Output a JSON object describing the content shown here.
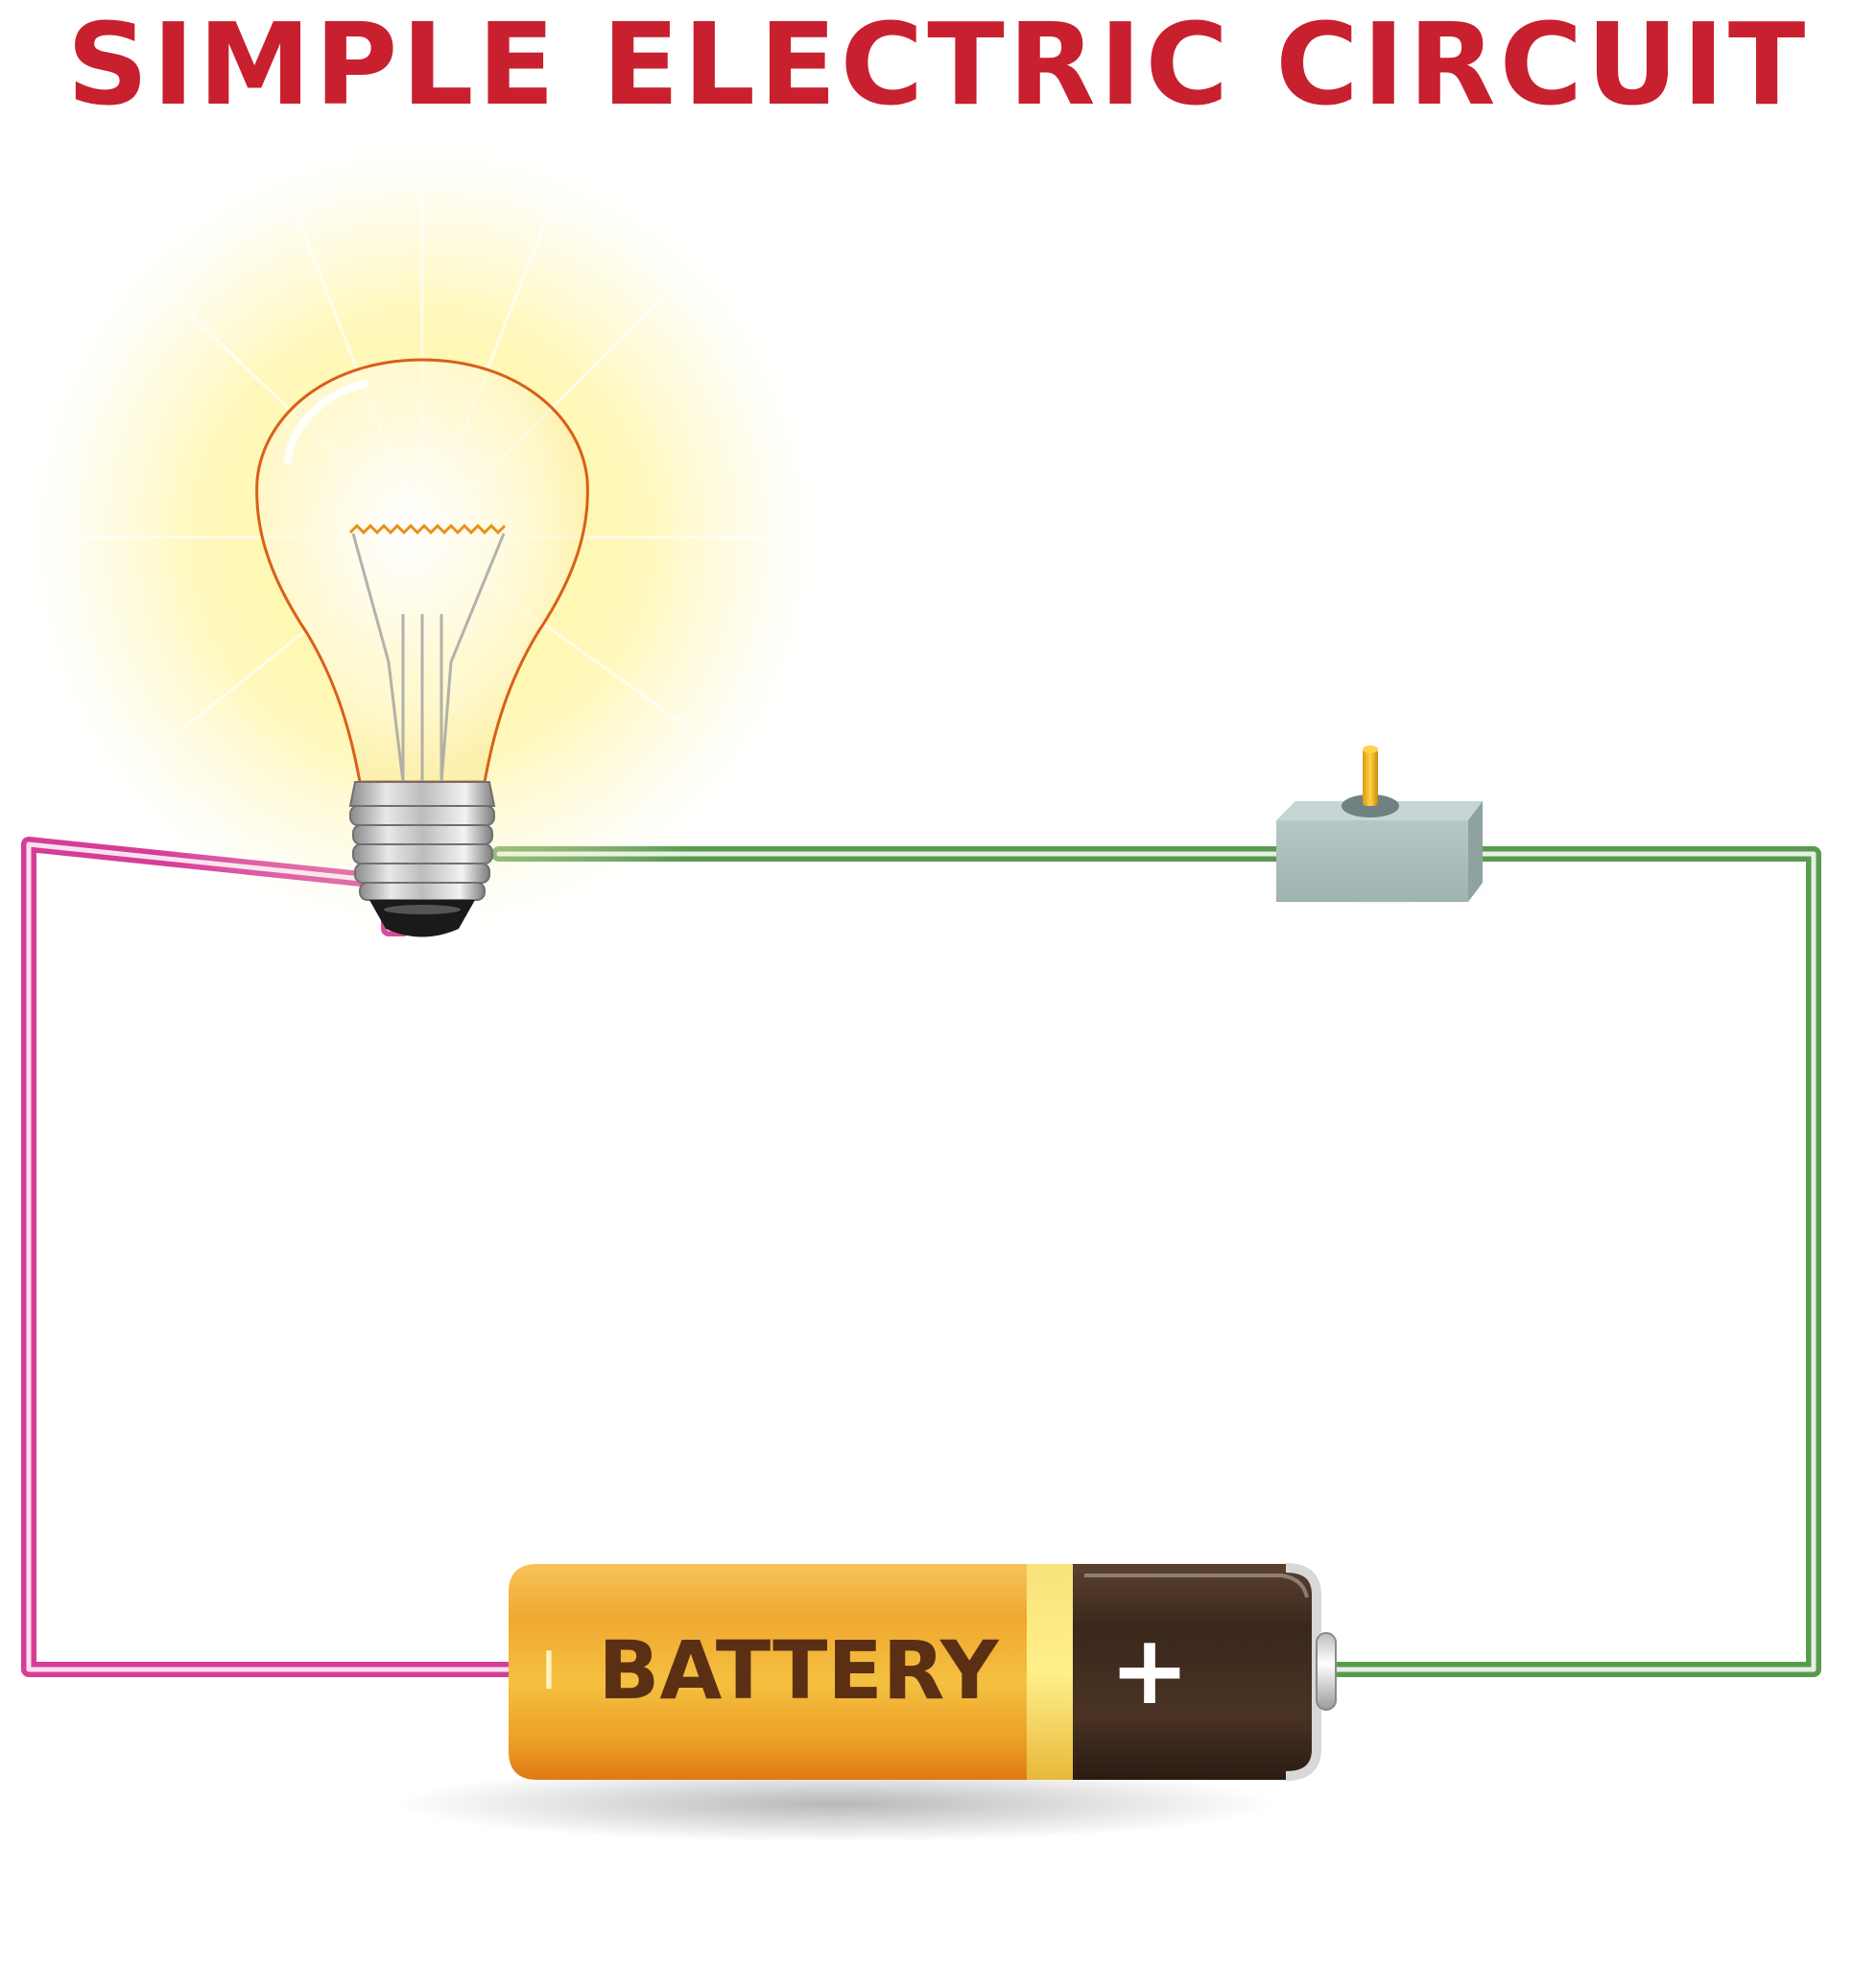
{
  "title": "SIMPLE ELECTRIC CIRCUIT",
  "battery": {
    "label": "BATTERY",
    "positive_symbol": "+",
    "negative_symbol": "I"
  },
  "components": {
    "bulb": "light-bulb",
    "switch": "toggle-switch",
    "battery": "battery-cell"
  },
  "colors": {
    "title": "#c8202e",
    "wire_negative": "#d63d97",
    "wire_positive": "#5a9a4e",
    "battery_body": "#f0a028",
    "battery_cap": "#3e2a1f",
    "switch_body": "#a8bcba",
    "glow": "#fff3a0"
  }
}
